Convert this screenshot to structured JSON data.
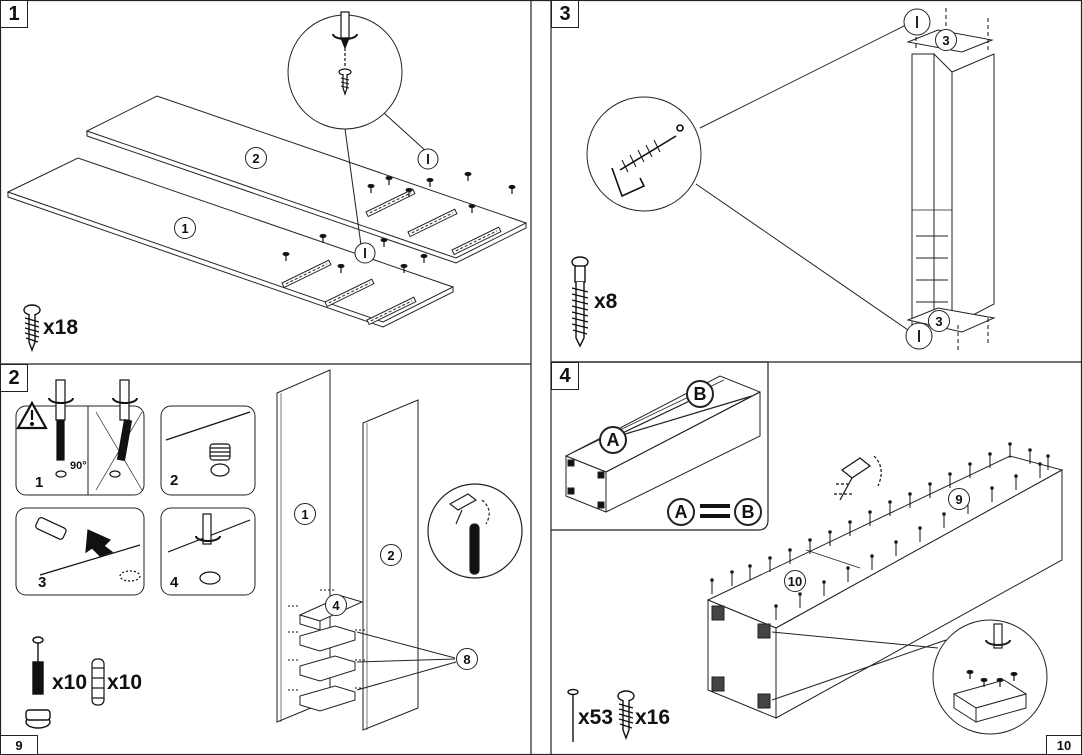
{
  "page_numbers": {
    "left": "9",
    "right": "10"
  },
  "steps": {
    "s1": {
      "number": "1",
      "qty": "x18",
      "parts": [
        "1",
        "2"
      ]
    },
    "s2": {
      "number": "2",
      "sub": [
        "1",
        "2",
        "3",
        "4"
      ],
      "angle": "90°",
      "qty_cam": "x10",
      "qty_dowel": "x10",
      "parts": [
        "1",
        "2",
        "4",
        "8"
      ]
    },
    "s3": {
      "number": "3",
      "qty": "x8",
      "parts": [
        "3",
        "3"
      ]
    },
    "s4": {
      "number": "4",
      "label_a": "A",
      "label_b": "B",
      "eq_a": "A",
      "eq_b": "B",
      "qty_nail": "x53",
      "qty_screw": "x16",
      "parts": [
        "9",
        "10"
      ]
    }
  },
  "icons": [
    "warning-icon",
    "screwdriver-icon",
    "screw-icon",
    "cam-lock-icon",
    "dowel-icon",
    "nail-icon",
    "hammer-icon",
    "wrench-icon"
  ]
}
